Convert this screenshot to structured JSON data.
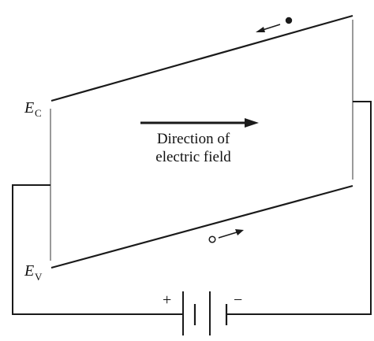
{
  "labels": {
    "ec_main": "E",
    "ec_sub": "C",
    "ev_main": "E",
    "ev_sub": "V",
    "field_line1": "Direction of",
    "field_line2": "electric field",
    "battery_plus": "+",
    "battery_minus": "−"
  },
  "carriers": {
    "electron": "filled-circle-moving-left",
    "hole": "open-circle-moving-right"
  },
  "colors": {
    "band_edge": "#1a1a1a",
    "wire": "#1a1a1a",
    "device_side": "#9a9a9a",
    "text": "#111111"
  }
}
